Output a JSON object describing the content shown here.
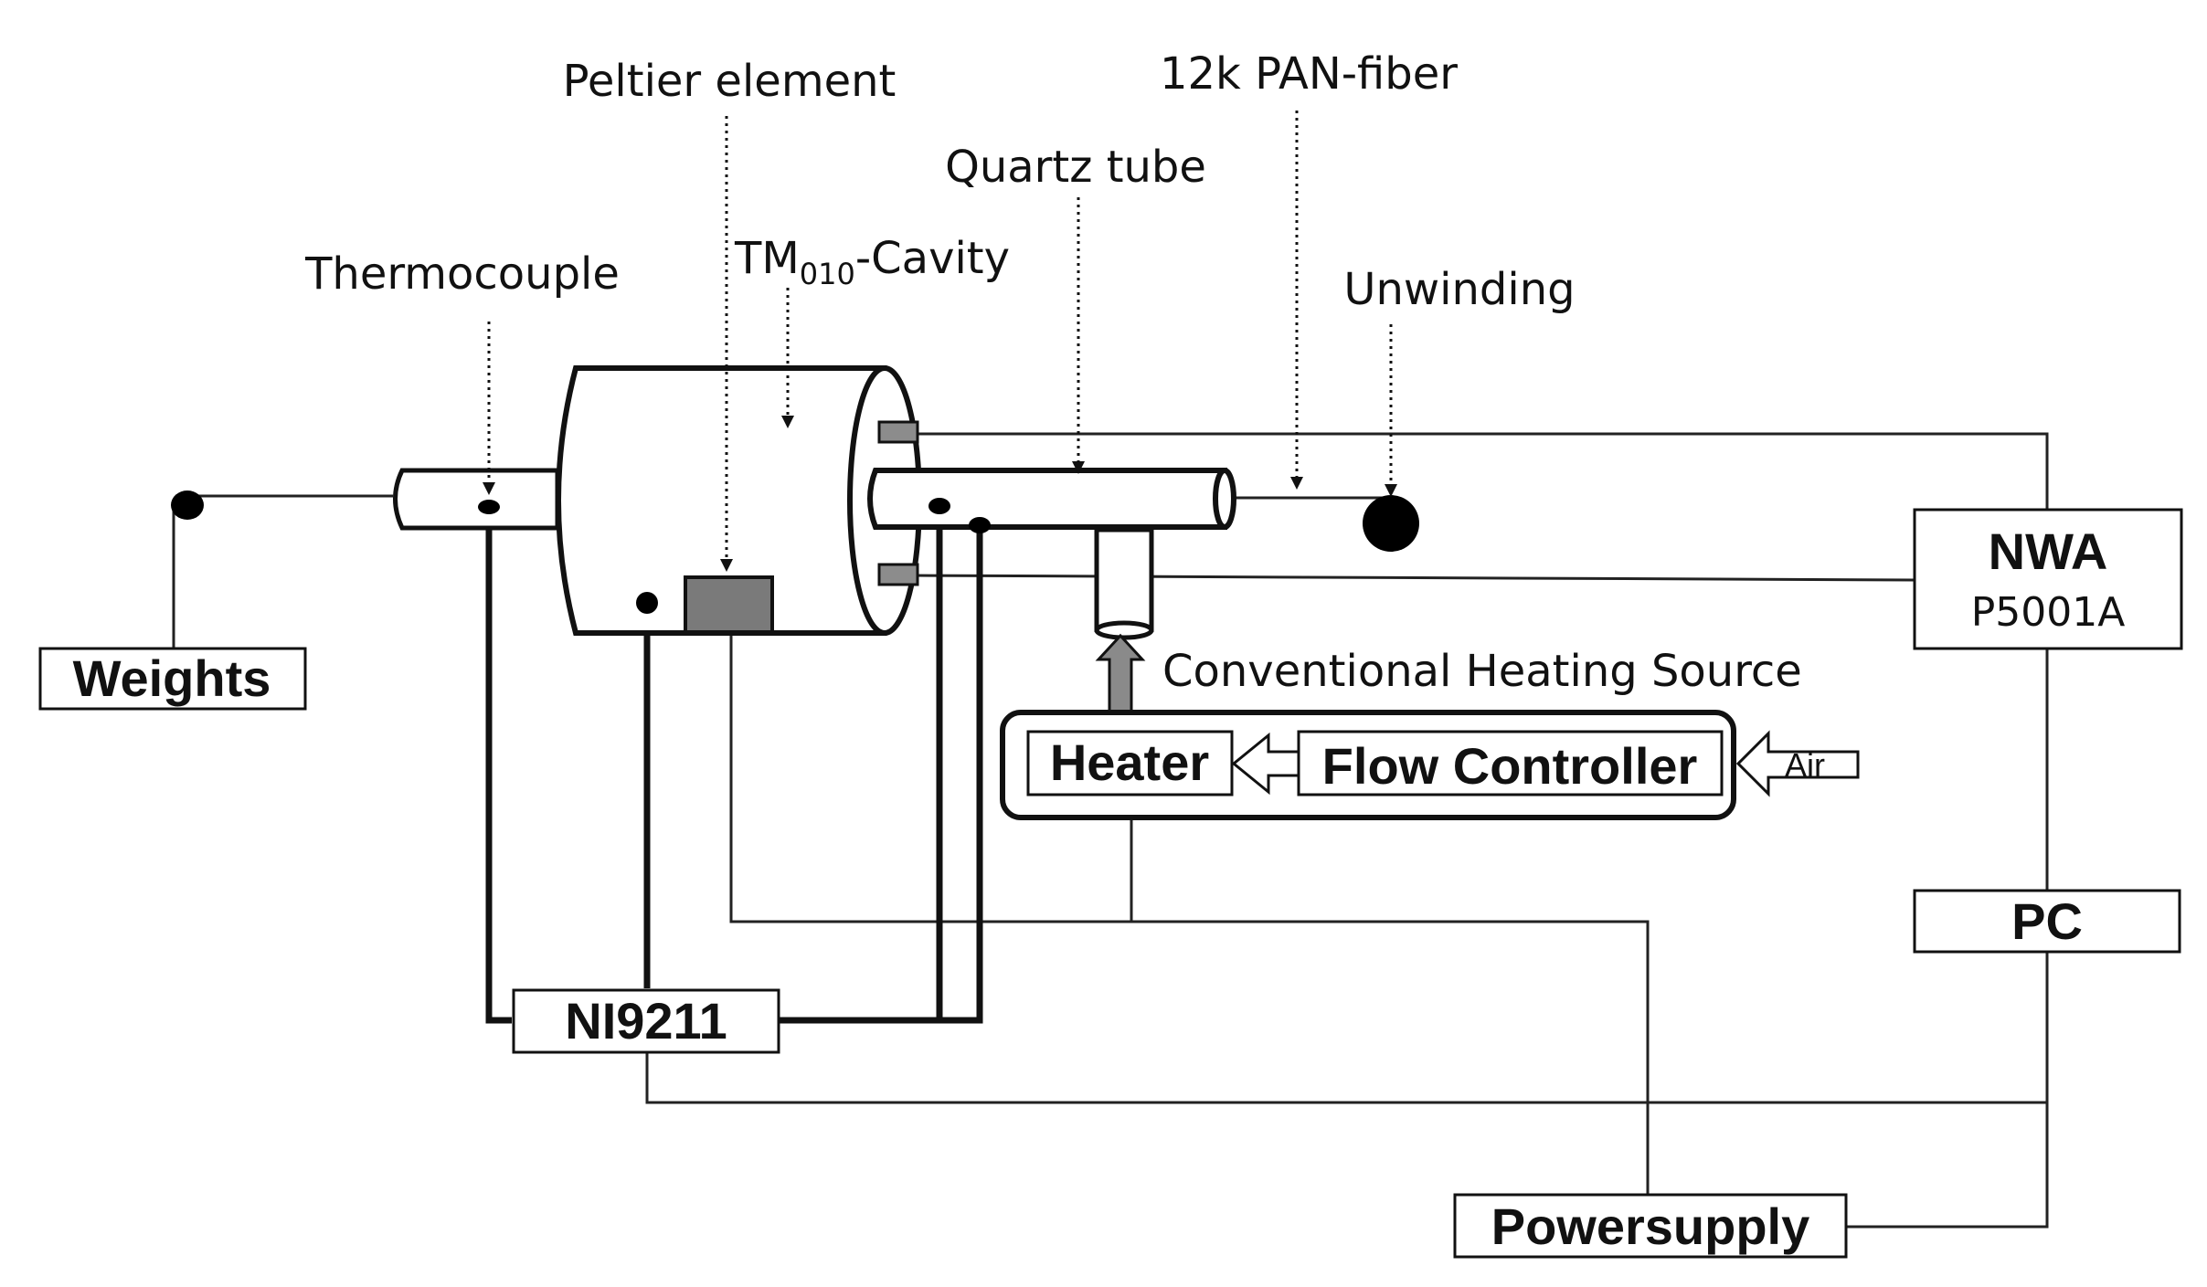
{
  "labels": {
    "peltier": "Peltier element",
    "pan_fiber": "12k PAN-fiber",
    "quartz": "Quartz tube",
    "thermocouple": "Thermocouple",
    "cavity_tm": "TM",
    "cavity_sub": "010",
    "cavity_rest": "-Cavity",
    "unwinding": "Unwinding",
    "heating_source": "Conventional Heating Source"
  },
  "boxes": {
    "weights": "Weights",
    "nwa_title": "NWA",
    "nwa_model": "P5001A",
    "heater": "Heater",
    "flow_controller": "Flow Controller",
    "air": "Air",
    "pc": "PC",
    "ni9211": "NI9211",
    "powersupply": "Powersupply"
  },
  "colors": {
    "line": "#111111",
    "peltier_fill": "#7a7a7a",
    "probe_fill": "#8c8c8c",
    "arrow_fill": "#8a8a8a"
  }
}
